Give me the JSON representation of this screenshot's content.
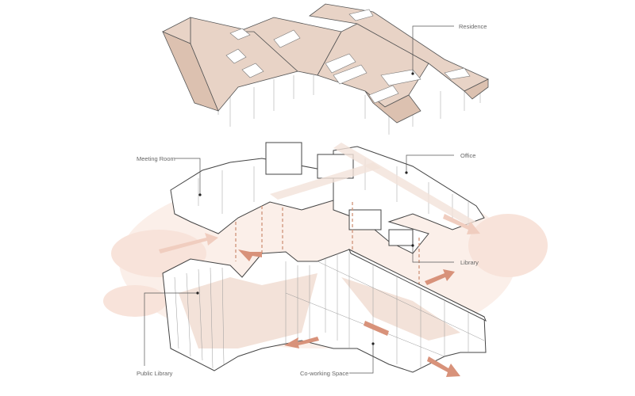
{
  "diagram": {
    "labels": {
      "residence": "Residence",
      "office": "Office",
      "meeting_room": "Meeting Room",
      "library": "Library",
      "public_library": "Public Library",
      "coworking_space": "Co-working Space"
    },
    "colors": {
      "roof": "#e8d3c6",
      "accent": "#d8927a",
      "haze": "#f6e4dc",
      "line": "#444444"
    }
  }
}
